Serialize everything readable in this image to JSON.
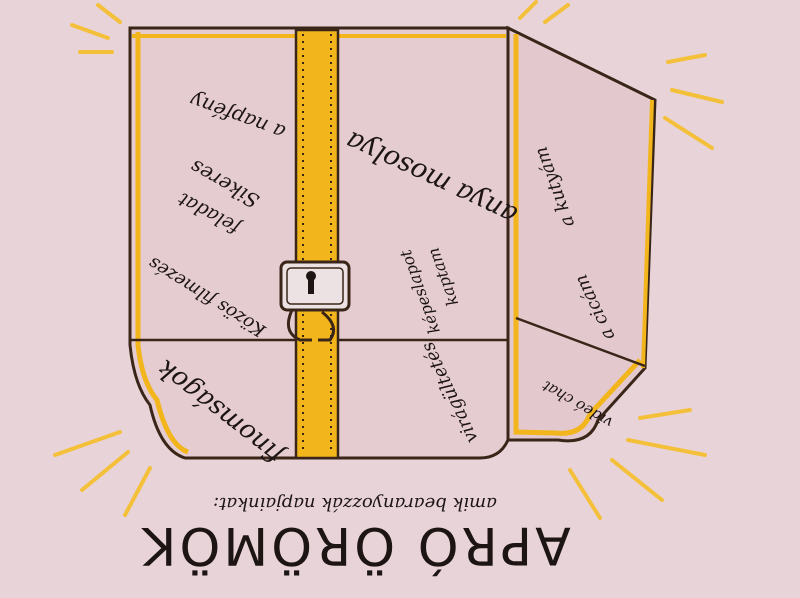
{
  "title": "APRÓ ÖRÖMÖK",
  "subtitle": "amik bearanyozzák napjainkat:",
  "joys": {
    "napfeny": "a napfény",
    "sikeres": "Sikeres",
    "feladat": "feladat",
    "kozos_filmezes": "Közös filmezés",
    "finomsagok": "finomságok",
    "anya_mosolya": "anya mosolya",
    "kepeslapot": "képeslapot",
    "kaptam": "kaptam",
    "viragultetes": "virágültetés",
    "kutyam": "a kutyám",
    "cicam": "a cicám",
    "video_chat": "videó chat"
  },
  "colors": {
    "paper": "#e8d3d8",
    "box_face": "#e5ccd1",
    "outline": "#3a2618",
    "gold": "#f2b51c",
    "ray": "#f4c03a",
    "ink": "#1c1513"
  }
}
